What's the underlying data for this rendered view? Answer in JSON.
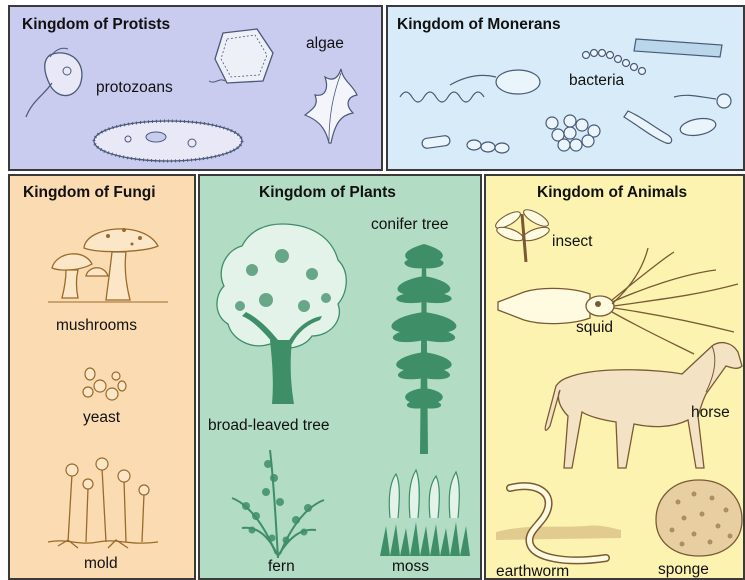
{
  "colors": {
    "protists": "#c9cbef",
    "monerans": "#d7ecf8",
    "fungi": "#fbdcb2",
    "plants": "#b2dcc3",
    "animals": "#fcf3b0",
    "plant_ink": "#3e8e67",
    "fungi_ink": "#9a6a2a",
    "animal_ink": "#7a5a34",
    "micro_ink": "#4a5a78"
  },
  "panels": {
    "protists": {
      "title": "Kingdom of Protists",
      "labels": {
        "protozoans": "protozoans",
        "algae": "algae"
      }
    },
    "monerans": {
      "title": "Kingdom of Monerans",
      "labels": {
        "bacteria": "bacteria"
      }
    },
    "fungi": {
      "title": "Kingdom of Fungi",
      "labels": {
        "mushrooms": "mushrooms",
        "yeast": "yeast",
        "mold": "mold"
      }
    },
    "plants": {
      "title": "Kingdom of Plants",
      "labels": {
        "conifer": "conifer tree",
        "broadleaf": "broad-leaved tree",
        "fern": "fern",
        "moss": "moss"
      }
    },
    "animals": {
      "title": "Kingdom of Animals",
      "labels": {
        "insect": "insect",
        "squid": "squid",
        "horse": "horse",
        "earthworm": "earthworm",
        "sponge": "sponge"
      }
    }
  }
}
